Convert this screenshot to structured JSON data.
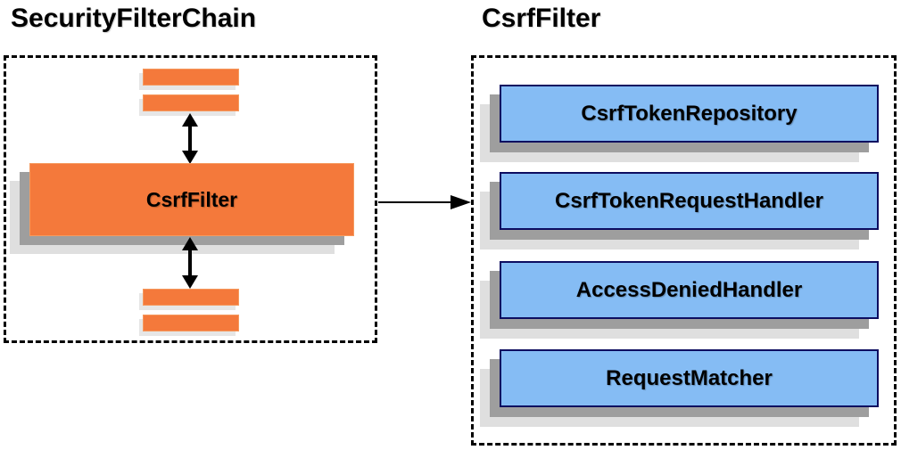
{
  "left_panel": {
    "title": "SecurityFilterChain",
    "csrf_filter_label": "CsrfFilter"
  },
  "right_panel": {
    "title": "CsrfFilter",
    "components": [
      "CsrfTokenRepository",
      "CsrfTokenRequestHandler",
      "AccessDeniedHandler",
      "RequestMatcher"
    ]
  },
  "colors": {
    "orange_fill": "#f4793b",
    "orange_border": "#f59a5f",
    "blue_fill": "#85bcf4",
    "blue_border": "#0d0d60",
    "shadow_dark": "#9e9e9e",
    "shadow_light": "#dfdfdf",
    "arrow_color": "#000000"
  }
}
